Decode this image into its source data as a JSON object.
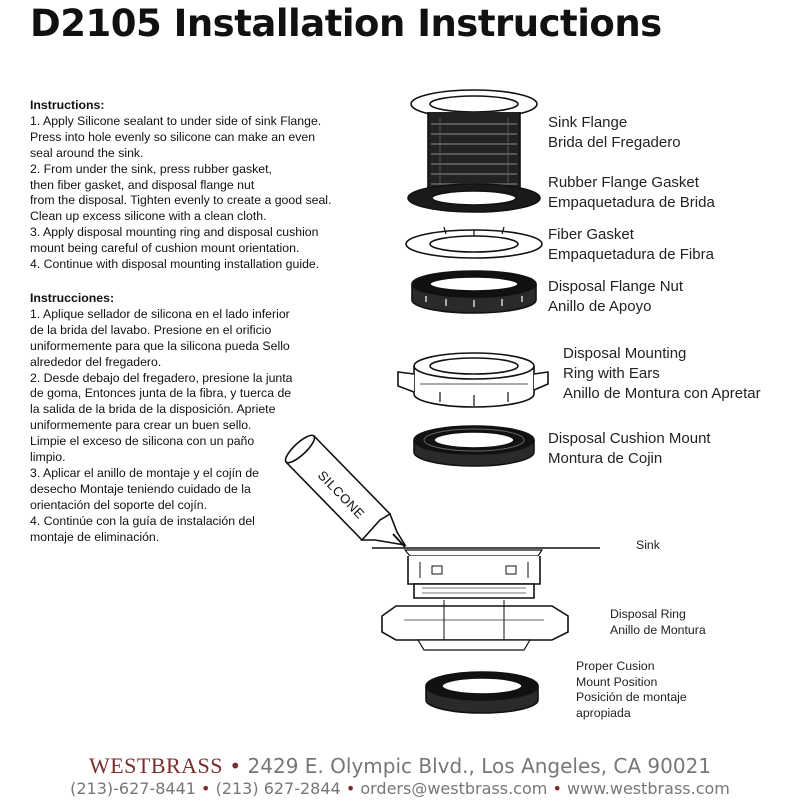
{
  "title": "D2105 Installation Instructions",
  "instructions_en": {
    "heading": "Instructions:",
    "lines": [
      "1. Apply Silicone sealant to under side of sink Flange.",
      "Press into hole evenly so silicone can make an even",
      "seal around the sink.",
      "2. From under the sink, press rubber gasket,",
      "then fiber gasket, and disposal flange nut",
      "from the disposal. Tighten evenly to create a good seal.",
      "Clean up excess silicone with a clean cloth.",
      "3. Apply disposal mounting ring and disposal cushion",
      "mount being careful of cushion mount orientation.",
      "4. Continue with disposal mounting installation guide."
    ]
  },
  "instructions_es": {
    "heading": "Instrucciones:",
    "lines": [
      "1. Aplique sellador de silicona en el lado inferior",
      "de la brida del lavabo. Presione en el orificio",
      "uniformemente para que la silicona pueda Sello",
      "alrededor del fregadero.",
      "2. Desde debajo del fregadero, presione la junta",
      "de goma, Entonces junta de la fibra, y tuerca de",
      "la salida de la brida de la disposición. Apriete",
      "uniformemente para crear un buen sello.",
      "Limpie el exceso de silicona con un paño",
      "limpio.",
      "3. Aplicar el anillo de montaje y el cojín de",
      "desecho Montaje teniendo cuidado de la",
      "orientación del soporte del cojín.",
      "4. Continúe con la guía de instalación del",
      "montaje de eliminación."
    ]
  },
  "parts": [
    {
      "en": "Sink Flange",
      "es": "Brida del Fregadero"
    },
    {
      "en": "Rubber Flange Gasket",
      "es": "Empaquetadura de Brida"
    },
    {
      "en": "Fiber Gasket",
      "es": "Empaquetadura de Fibra"
    },
    {
      "en": "Disposal Flange Nut",
      "es": "Anillo de Apoyo"
    },
    {
      "en": "Disposal Mounting",
      "en2": "Ring with Ears",
      "es": "Anillo de Montura con Apretar"
    },
    {
      "en": "Disposal Cushion Mount",
      "es": "Montura de Cojin"
    }
  ],
  "assembly": {
    "tube_label": "SILCONE",
    "sink": "Sink",
    "ring_en": "Disposal Ring",
    "ring_es": "Anillo de Montura",
    "cushion_lines": [
      "Proper Cusion",
      "Mount Position",
      "Posición de montaje",
      "apropiada"
    ]
  },
  "footer": {
    "brand": "WESTBRASS",
    "address": "2429 E. Olympic Blvd., Los Angeles, CA 90021",
    "phone1": "(213)-627-8441",
    "phone2": "(213) 627-2844",
    "email": "orders@westbrass.com",
    "web": "www.westbrass.com"
  }
}
